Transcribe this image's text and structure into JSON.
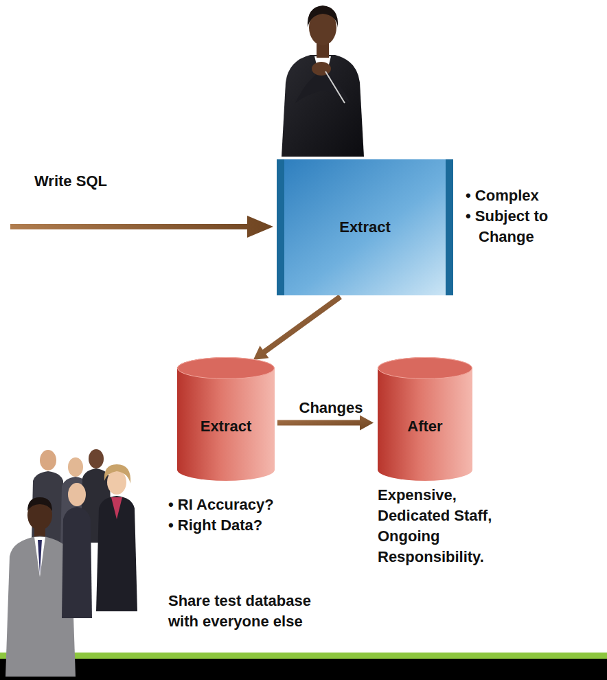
{
  "diagram": {
    "nodes": [
      {
        "text": [
          "Extract"
        ]
      },
      {
        "text": [
          "Extract"
        ]
      },
      {
        "text": [
          "After"
        ]
      }
    ],
    "edges": [
      {
        "from": 0,
        "to": 1,
        "arrow": "to"
      },
      {
        "from": 1,
        "to": 2,
        "label": "Changes",
        "arrow": "to"
      }
    ],
    "labels": [
      "Write SQL",
      "• Complex",
      "• Subject to Change",
      "• RI Accuracy?",
      "• Right Data?",
      "Expensive, Dedicated Staff, Ongoing Responsibility.",
      "Share test database with everyone else"
    ]
  }
}
